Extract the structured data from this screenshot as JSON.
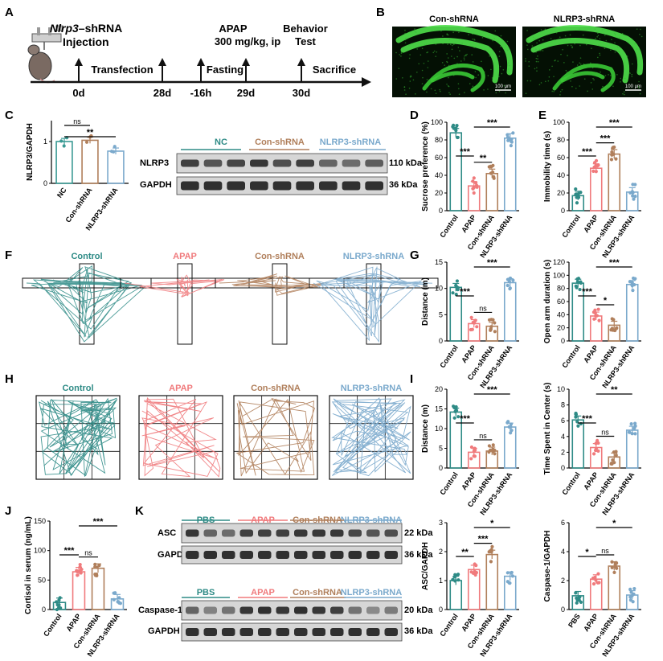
{
  "panel_labels": {
    "A": "A",
    "B": "B",
    "C": "C",
    "D": "D",
    "E": "E",
    "F": "F",
    "G": "G",
    "H": "H",
    "I": "I",
    "J": "J",
    "K": "K"
  },
  "colors": {
    "control": "#2e8b86",
    "apap": "#f07a7c",
    "conshrna": "#b07f5b",
    "nlrp3shrna": "#7aa9cc",
    "nc": "#3a9a94",
    "text": "#000000",
    "wb_title_line_nc": "#2e8b86"
  },
  "timeline": {
    "line1_italic": "Nlrp3",
    "line1_rest": "–shRNA",
    "line2": "Injection",
    "apap1": "APAP",
    "apap2": "300 mg/kg, ip",
    "behavior1": "Behavior",
    "behavior2": "Test",
    "transfection": "Transfection",
    "fasting": "Fasting",
    "sacrifice": "Sacrifice",
    "days": [
      "0d",
      "28d",
      "-16h",
      "29d",
      "30d"
    ]
  },
  "panel_b": {
    "titles": [
      "Con-shRNA",
      "NLRP3-shRNA"
    ],
    "scale": "100 μm"
  },
  "panel_c_wb": {
    "groups": [
      "NC",
      "Con-shRNA",
      "NLRP3-shRNA"
    ],
    "rows": [
      "NLRP3",
      "GAPDH"
    ],
    "sizes": [
      "110 kDa",
      "36 kDa"
    ]
  },
  "panel_f": {
    "titles": [
      "Control",
      "APAP",
      "Con-shRNA",
      "NLRP3-shRNA"
    ]
  },
  "panel_h": {
    "titles": [
      "Control",
      "APAP",
      "Con-shRNA",
      "NLRP3-shRNA"
    ]
  },
  "panel_k_wb": {
    "groups": [
      "PBS",
      "APAP",
      "Con-shRNA",
      "NLRP3-shRNA"
    ],
    "rows_top": [
      "ASC",
      "GAPDH"
    ],
    "sizes_top": [
      "22 kDa",
      "36 kDa"
    ],
    "rows_bottom": [
      "Caspase-1",
      "GAPDH"
    ],
    "sizes_bottom": [
      "20 kDa",
      "36 kDa"
    ]
  },
  "chart_data": [
    {
      "id": "C",
      "type": "bar",
      "categories": [
        "NC",
        "Con-shRNA",
        "NLRP3-shRNA"
      ],
      "values": [
        1.0,
        1.03,
        0.77
      ],
      "ylabel": "NLRP3/GAPDH",
      "ylim": [
        0,
        1.5
      ],
      "yticks": [
        "0",
        "1"
      ],
      "sig": [
        {
          "a": 0,
          "b": 1,
          "t": "ns"
        },
        {
          "a": 0,
          "b": 2,
          "t": "**"
        }
      ]
    },
    {
      "id": "D",
      "type": "bar",
      "categories": [
        "Control",
        "APAP",
        "Con-shRNA",
        "NLRP3-shRNA"
      ],
      "values": [
        88,
        28,
        42,
        82
      ],
      "ylabel": "Sucrose preference (%)",
      "ylim": [
        0,
        100
      ],
      "yticks": [
        "0",
        "20",
        "40",
        "60",
        "80",
        "100"
      ],
      "sig": [
        {
          "a": 0,
          "b": 1,
          "t": "***"
        },
        {
          "a": 1,
          "b": 2,
          "t": "**"
        },
        {
          "a": 1,
          "b": 3,
          "t": "***"
        }
      ]
    },
    {
      "id": "E",
      "type": "bar",
      "categories": [
        "Control",
        "APAP",
        "Con-shRNA",
        "NLRP3-shRNA"
      ],
      "values": [
        17,
        48,
        64,
        21
      ],
      "ylabel": "Immobility time (s)",
      "ylim": [
        0,
        100
      ],
      "yticks": [
        "0",
        "20",
        "40",
        "60",
        "80",
        "100"
      ],
      "sig": [
        {
          "a": 0,
          "b": 1,
          "t": "***"
        },
        {
          "a": 1,
          "b": 2,
          "t": "***"
        },
        {
          "a": 1,
          "b": 3,
          "t": "***"
        }
      ]
    },
    {
      "id": "G1",
      "type": "bar",
      "categories": [
        "Control",
        "APAP",
        "Con-shRNA",
        "NLRP3-shRNA"
      ],
      "values": [
        10.2,
        3.3,
        2.8,
        11.1
      ],
      "ylabel": "Distance (m)",
      "ylim": [
        0,
        15
      ],
      "yticks": [
        "0",
        "5",
        "10",
        "15"
      ],
      "sig": [
        {
          "a": 0,
          "b": 1,
          "t": "***"
        },
        {
          "a": 1,
          "b": 2,
          "t": "ns"
        },
        {
          "a": 1,
          "b": 3,
          "t": "***"
        }
      ]
    },
    {
      "id": "G2",
      "type": "bar",
      "categories": [
        "Control",
        "APAP",
        "Con-shRNA",
        "NLRP3-shRNA"
      ],
      "values": [
        88,
        38,
        24,
        86
      ],
      "ylabel": "Open arm duration (s)",
      "ylim": [
        0,
        120
      ],
      "yticks": [
        "0",
        "20",
        "40",
        "60",
        "80",
        "100",
        "120"
      ],
      "sig": [
        {
          "a": 0,
          "b": 1,
          "t": "***"
        },
        {
          "a": 1,
          "b": 2,
          "t": "*"
        },
        {
          "a": 1,
          "b": 3,
          "t": "***"
        }
      ]
    },
    {
      "id": "I1",
      "type": "bar",
      "categories": [
        "Control",
        "APAP",
        "Con-shRNA",
        "NLRP3-shRNA"
      ],
      "values": [
        14.2,
        4.0,
        4.3,
        10.4
      ],
      "ylabel": "Distance (m)",
      "ylim": [
        0,
        20
      ],
      "yticks": [
        "0",
        "5",
        "10",
        "15",
        "20"
      ],
      "sig": [
        {
          "a": 0,
          "b": 1,
          "t": "***"
        },
        {
          "a": 1,
          "b": 2,
          "t": "ns"
        },
        {
          "a": 1,
          "b": 3,
          "t": "***"
        }
      ]
    },
    {
      "id": "I2",
      "type": "bar",
      "categories": [
        "Control",
        "APAP",
        "Con-shRNA",
        "NLRP3-shRNA"
      ],
      "values": [
        6.1,
        2.6,
        1.4,
        4.8
      ],
      "ylabel": "Time Spent in Center (s)",
      "ylim": [
        0,
        10
      ],
      "yticks": [
        "0",
        "2",
        "4",
        "6",
        "8",
        "10"
      ],
      "sig": [
        {
          "a": 0,
          "b": 1,
          "t": "***"
        },
        {
          "a": 1,
          "b": 2,
          "t": "ns"
        },
        {
          "a": 1,
          "b": 3,
          "t": "**"
        }
      ]
    },
    {
      "id": "J",
      "type": "bar",
      "categories": [
        "Control",
        "APAP",
        "Con-shRNA",
        "NLRP3-shRNA"
      ],
      "values": [
        12,
        64,
        70,
        18
      ],
      "ylabel": "Cortisol in serum (ng/mL)",
      "ylim": [
        0,
        150
      ],
      "yticks": [
        "0",
        "50",
        "100",
        "150"
      ],
      "sig": [
        {
          "a": 0,
          "b": 1,
          "t": "***"
        },
        {
          "a": 1,
          "b": 2,
          "t": "ns"
        },
        {
          "a": 1,
          "b": 3,
          "t": "***"
        }
      ]
    },
    {
      "id": "K1",
      "type": "bar",
      "categories": [
        "Control",
        "APAP",
        "Con-shRNA",
        "NLRP3-shRNA"
      ],
      "values": [
        1.0,
        1.38,
        1.9,
        1.15
      ],
      "ylabel": "ASC/GAPDH",
      "ylim": [
        0,
        3
      ],
      "yticks": [
        "0",
        "1",
        "2",
        "3"
      ],
      "sig": [
        {
          "a": 0,
          "b": 1,
          "t": "**"
        },
        {
          "a": 1,
          "b": 2,
          "t": "***"
        },
        {
          "a": 1,
          "b": 3,
          "t": "*"
        }
      ]
    },
    {
      "id": "K2",
      "type": "bar",
      "categories": [
        "PBS",
        "APAP",
        "Con-shRNA",
        "NLRP3-shRNA"
      ],
      "values": [
        0.95,
        2.1,
        3.0,
        1.0
      ],
      "ylabel": "Caspase-1/GAPDH",
      "ylim": [
        0,
        6
      ],
      "yticks": [
        "0",
        "2",
        "4",
        "6"
      ],
      "sig": [
        {
          "a": 0,
          "b": 1,
          "t": "*"
        },
        {
          "a": 1,
          "b": 2,
          "t": "ns"
        },
        {
          "a": 1,
          "b": 3,
          "t": "*"
        }
      ]
    }
  ]
}
